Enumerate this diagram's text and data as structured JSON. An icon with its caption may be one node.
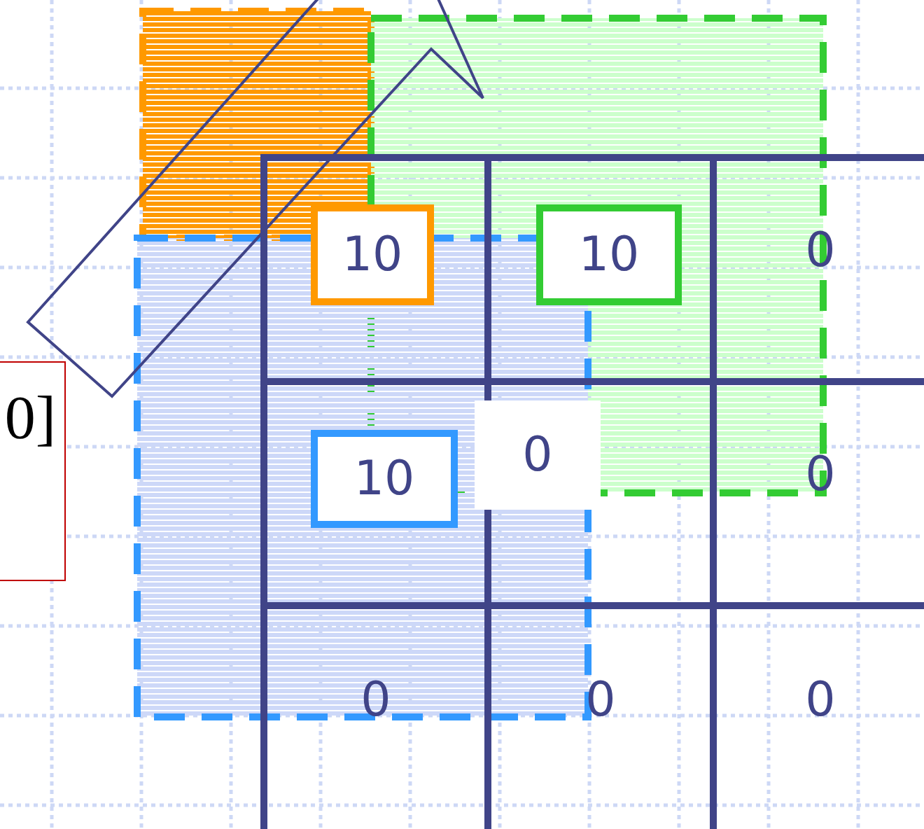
{
  "diagram": {
    "nodes": [
      {
        "text": [
          "0]"
        ]
      },
      {
        "text": [],
        "shape": "box"
      },
      {
        "text": [
          "10"
        ],
        "in": 1
      },
      {
        "text": [],
        "shape": "box"
      },
      {
        "text": [
          "10"
        ],
        "in": 3
      },
      {
        "text": [
          "0"
        ]
      },
      {
        "text": [],
        "shape": "box"
      },
      {
        "text": [
          "10"
        ],
        "in": 6
      },
      {
        "text": [
          "0"
        ]
      },
      {
        "text": [
          "0"
        ]
      },
      {
        "text": [
          "0"
        ]
      },
      {
        "text": [
          "0"
        ]
      },
      {
        "text": [
          "0"
        ]
      }
    ]
  }
}
